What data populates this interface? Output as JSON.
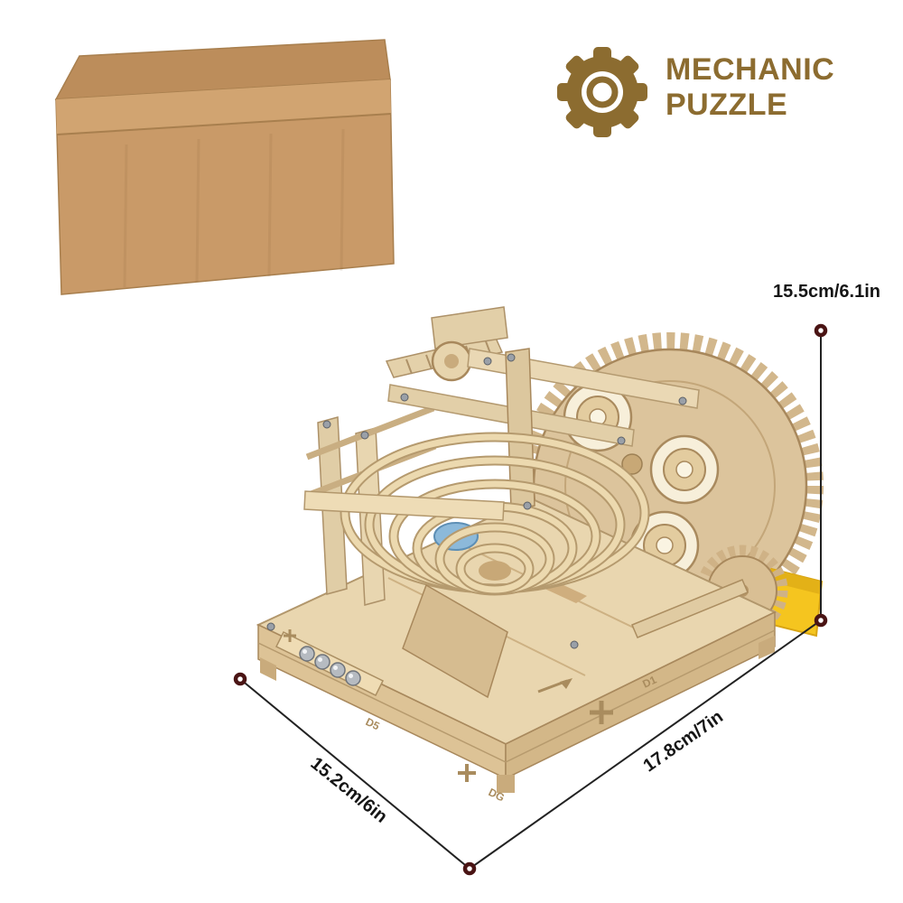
{
  "logo": {
    "icon": "gear-icon",
    "title_line1": "MECHANIC",
    "title_line2": "PUZZLE",
    "brand_color": "#8c6c30"
  },
  "product": {
    "box_color": "#c99a68",
    "wood_color": "#e6d2aa",
    "motor_color": "#f5c51f",
    "marble_color": "#b6bbc1",
    "etched_labels": [
      "D5",
      "D1",
      "DG"
    ]
  },
  "dimensions": {
    "height_label": "15.5cm/6.1in",
    "width_label": "15.2cm/6in",
    "depth_label": "17.8cm/7in",
    "line_color": "#222222",
    "marker_color": "#4a1414"
  }
}
